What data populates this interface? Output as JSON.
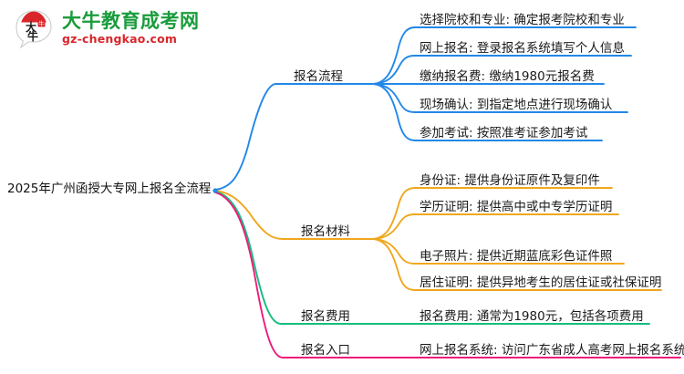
{
  "logo": {
    "mark_text": "大牛",
    "title": "大牛教育成考网",
    "subtitle": "gz-chengkao.com",
    "title_color": "#1a9c3c",
    "subtitle_color": "#d8262b",
    "mark_color": "#d8262b"
  },
  "mindmap": {
    "root": {
      "label": "2025年广州函授大专网上报名全流程"
    },
    "branches": [
      {
        "label": "报名流程",
        "color": "#2288e8",
        "leaves": [
          {
            "label": "选择院校和专业: 确定报考院校和专业"
          },
          {
            "label": "网上报名: 登录报名系统填写个人信息"
          },
          {
            "label": "缴纳报名费: 缴纳1980元报名费"
          },
          {
            "label": "现场确认: 到指定地点进行现场确认"
          },
          {
            "label": "参加考试: 按照准考证参加考试"
          }
        ]
      },
      {
        "label": "报名材料",
        "color": "#f0a71d",
        "leaves": [
          {
            "label": "身份证: 提供身份证原件及复印件"
          },
          {
            "label": "学历证明: 提供高中或中专学历证明"
          },
          {
            "label": "电子照片: 提供近期蓝底彩色证件照"
          },
          {
            "label": "居住证明: 提供异地考生的居住证或社保证明"
          }
        ]
      },
      {
        "label": "报名费用",
        "color": "#14bd7e",
        "leaves": [
          {
            "label": "报名费用: 通常为1980元，包括各项费用"
          }
        ]
      },
      {
        "label": "报名入口",
        "color": "#ee1a7c",
        "leaves": [
          {
            "label": "网上报名系统: 访问广东省成人高考网上报名系统"
          }
        ]
      }
    ]
  }
}
